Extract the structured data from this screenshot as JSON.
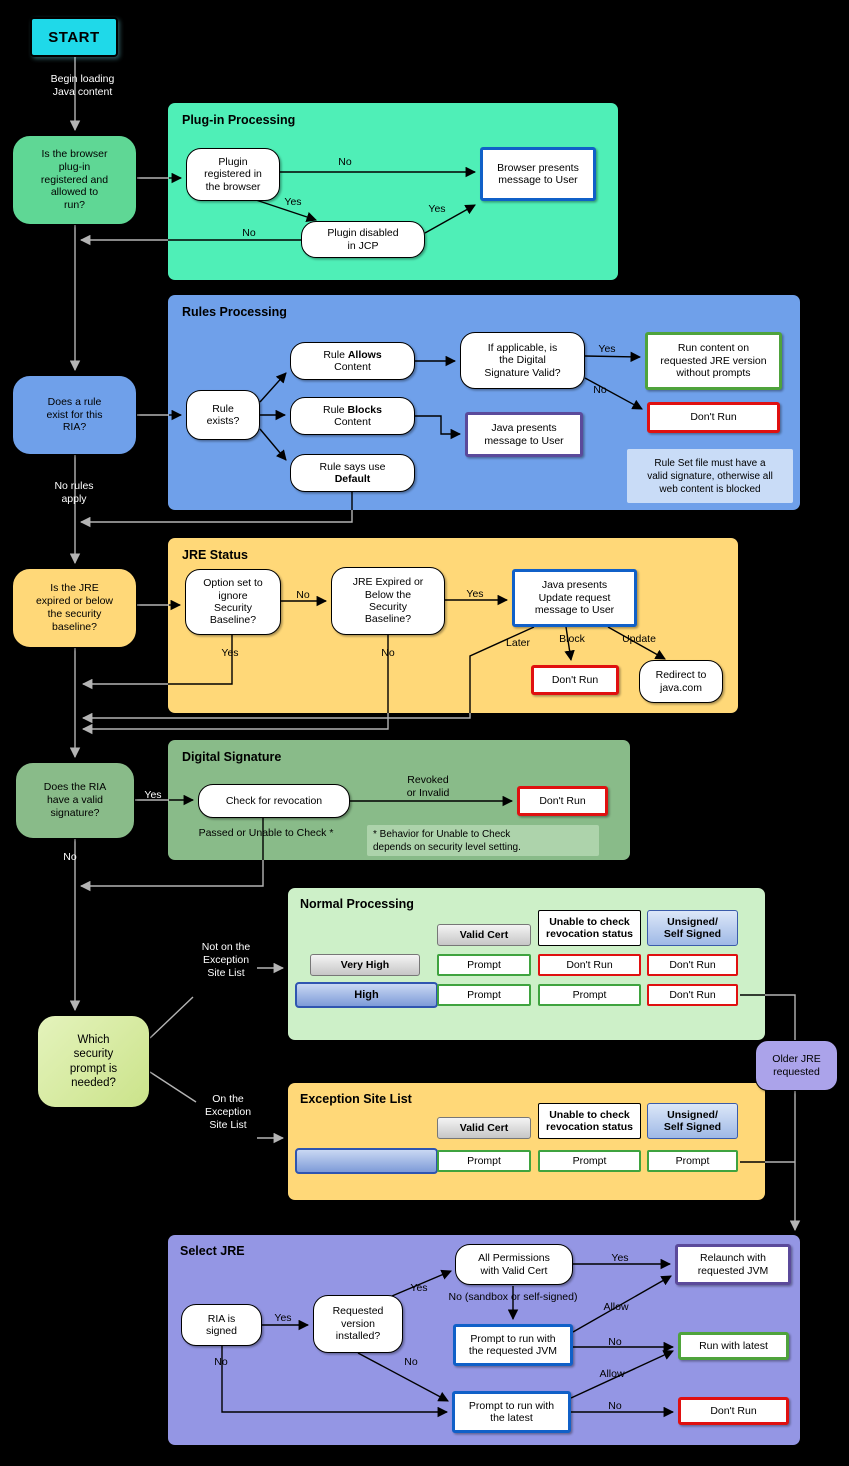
{
  "colors": {
    "start_bg": "#1FD9E9",
    "plugin_section_bg": "#4FEFB7",
    "rules_section_bg": "#6FA0EA",
    "jre_section_bg": "#FFD878",
    "digital_section_bg": "#89BB89",
    "normal_section_bg": "#CDF0C8",
    "exception_section_bg": "#FFD878",
    "select_section_bg": "#9496E4",
    "older_jre_bg": "#ABA3EA",
    "outcome_blue_border": "#1060C8",
    "outcome_red_border": "#E01010",
    "outcome_green_border": "#4FA33C",
    "outcome_purple_border": "#5B4A9B"
  },
  "start_label": "START",
  "top_labels": {
    "begin_loading": "Begin loading\nJava content"
  },
  "common": {
    "yes": "Yes",
    "no": "No",
    "dont_run": "Don't Run",
    "prompt": "Prompt",
    "allow": "Allow"
  },
  "decisions": {
    "browser": "Is the browser\nplug-in\nregistered and\nallowed to\nrun?",
    "rule": "Does a rule\nexist for this\nRIA?",
    "jre": "Is the JRE\nexpired or below\nthe security\nbaseline?",
    "signature": "Does the RIA\nhave a valid\nsignature?",
    "security": "Which\nsecurity\nprompt is\nneeded?",
    "older_jre": "Older JRE\nrequested"
  },
  "plugin": {
    "title": "Plug-in Processing",
    "registered": "Plugin\nregistered in\nthe browser",
    "browser_presents": "Browser presents\nmessage to User",
    "disabled": "Plugin disabled\nin JCP"
  },
  "rules": {
    "title": "Rules Processing",
    "exists": "Rule\nexists?",
    "allows_pre": "Rule",
    "allows_bold": "Allows",
    "blocks_pre": "Rule",
    "blocks_bold": "Blocks",
    "content_word": "Content",
    "default_pre": "Rule says use",
    "default_bold": "Default",
    "if_applicable": "If applicable, is\nthe Digital\nSignature Valid?",
    "run_content": "Run content on\nrequested JRE version\nwithout prompts",
    "java_presents": "Java presents\nmessage to User",
    "note": "Rule Set file must have a\nvalid signature, otherwise all\nweb content is blocked",
    "no_rules_apply": "No rules\napply"
  },
  "jre": {
    "title": "JRE Status",
    "option_ignore": "Option set to\nignore\nSecurity\nBaseline?",
    "expired_q": "JRE Expired or\nBelow the\nSecurity\nBaseline?",
    "java_update": "Java presents\nUpdate request\nmessage to User",
    "redirect": "Redirect to\njava.com",
    "later": "Later",
    "block": "Block",
    "update": "Update"
  },
  "digital": {
    "title": "Digital Signature",
    "check": "Check for revocation",
    "revoked": "Revoked\nor Invalid",
    "passed": "Passed or Unable to Check *",
    "note": "* Behavior for Unable to Check\ndepends on security level setting."
  },
  "normal": {
    "title": "Normal Processing",
    "not_on_esl": "Not on the\nException\nSite List",
    "headers": {
      "valid_cert": "Valid Cert",
      "unable": "Unable to check\nrevocation status",
      "unsigned": "Unsigned/\nSelf Signed"
    },
    "rows": [
      {
        "label": "Very High",
        "cells": [
          "Prompt",
          "Don't Run",
          "Don't Run"
        ]
      },
      {
        "label": "High",
        "cells": [
          "Prompt",
          "Prompt",
          "Don't Run"
        ]
      }
    ]
  },
  "exception": {
    "title": "Exception Site List",
    "on_esl": "On the\nException\nSite List",
    "headers": {
      "valid_cert": "Valid Cert",
      "unable": "Unable to check\nrevocation status",
      "unsigned": "Unsigned/\nSelf Signed"
    },
    "rows": [
      {
        "cells": [
          "Prompt",
          "Prompt",
          "Prompt"
        ]
      }
    ]
  },
  "select": {
    "title": "Select JRE",
    "ria_signed": "RIA is\nsigned",
    "requested_version": "Requested\nversion\ninstalled?",
    "all_permissions": "All Permissions\nwith Valid Cert",
    "no_sandbox": "No (sandbox or self-signed)",
    "prompt_requested": "Prompt to run with\nthe requested JVM",
    "prompt_latest": "Prompt to run with\nthe latest",
    "relaunch": "Relaunch with\nrequested JVM",
    "run_latest": "Run with latest"
  }
}
